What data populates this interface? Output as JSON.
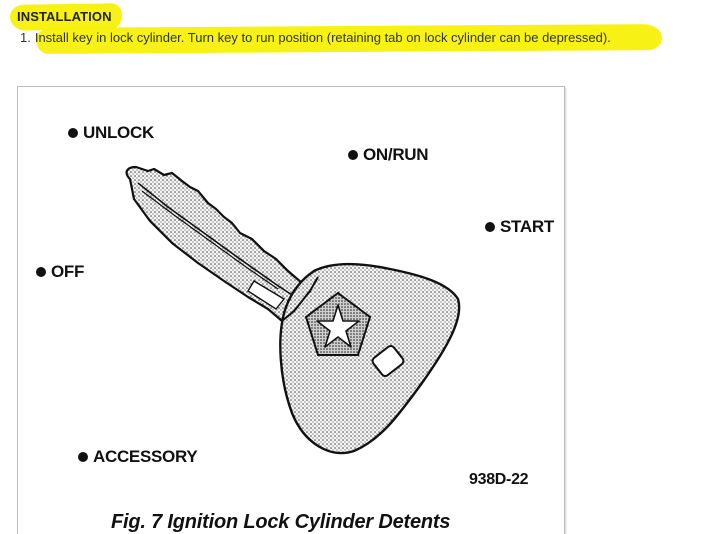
{
  "section": {
    "heading": "INSTALLATION",
    "steps": [
      {
        "number": "1.",
        "text": "Install key in lock cylinder. Turn key to run position (retaining tab on lock cylinder can be depressed)."
      }
    ],
    "highlight_color": "#f7f00a"
  },
  "figure": {
    "positions": {
      "unlock": "UNLOCK",
      "on_run": "ON/RUN",
      "start": "START",
      "off": "OFF",
      "accessory": "ACCESSORY"
    },
    "code": "938D-22",
    "caption": "Fig. 7 Ignition Lock Cylinder Detents",
    "key_icon": "ignition-key-icon",
    "logo_icon": "pentastar-logo-icon"
  }
}
